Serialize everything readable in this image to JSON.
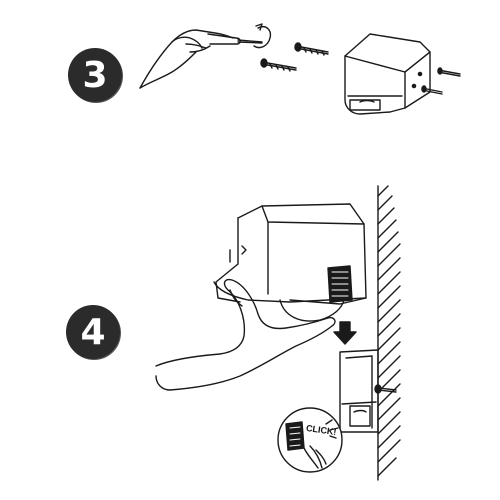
{
  "steps": [
    {
      "number": "3"
    },
    {
      "number": "4"
    }
  ],
  "callout": {
    "click_label": "CLICK!"
  },
  "colors": {
    "ink": "#1a1a1a",
    "badge_fill": "#2b2b2b",
    "badge_text": "#ffffff",
    "paper": "#ffffff"
  },
  "icons": [
    "hand-screwdriver-icon",
    "rotation-arrow-icon",
    "screw-icon",
    "device-housing-icon",
    "wall-hatching-icon",
    "down-arrow-icon",
    "wall-bracket-icon",
    "click-callout-icon"
  ]
}
